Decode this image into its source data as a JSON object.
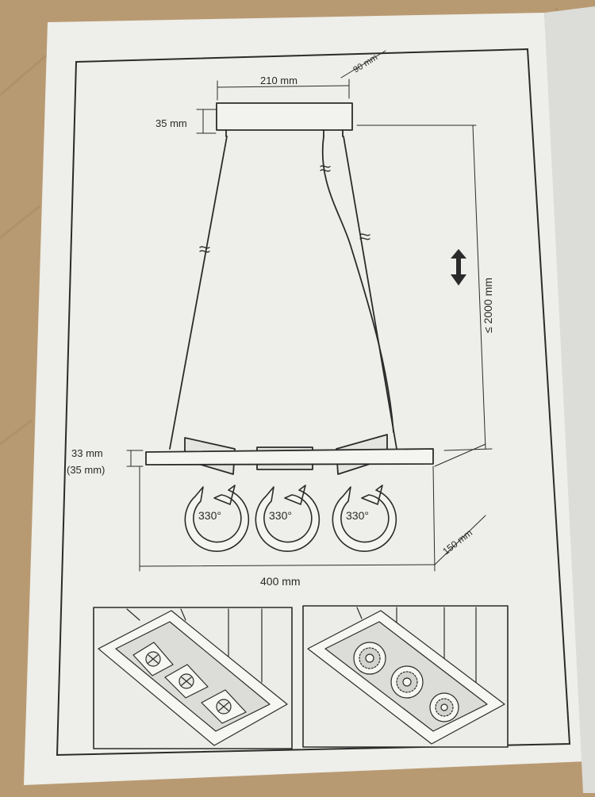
{
  "dimensions": {
    "canopy_width": "210 mm",
    "canopy_depth": "90 mm",
    "canopy_height": "35 mm",
    "max_drop": "≤ 2000 mm",
    "bar_height": "33 mm",
    "bar_height_alt": "(35 mm)",
    "bar_length": "400 mm",
    "bar_depth": "150 mm"
  },
  "rotation_labels": [
    "330°",
    "330°",
    "330°"
  ],
  "panels": [
    {
      "variant": "square-spotlights",
      "count": 3
    },
    {
      "variant": "round-spotlights",
      "count": 3
    }
  ]
}
